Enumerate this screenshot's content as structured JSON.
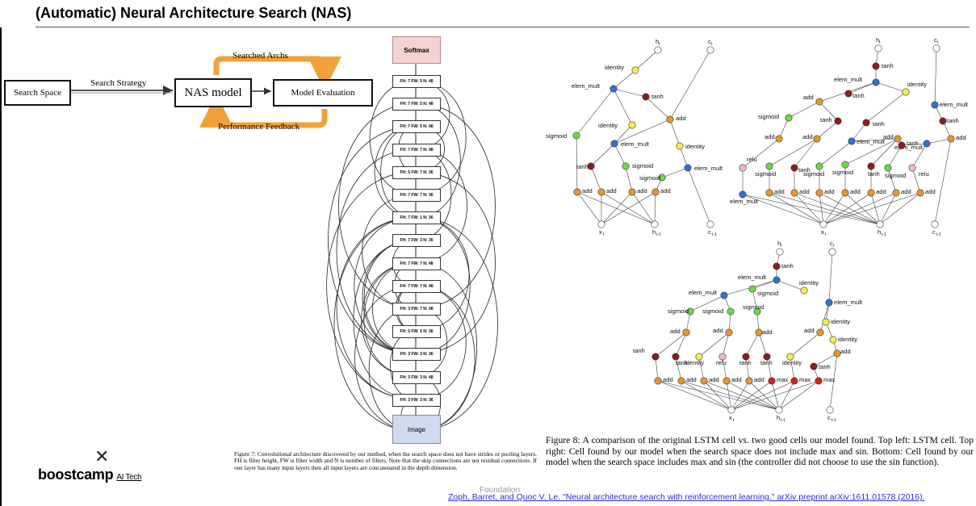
{
  "slide": {
    "title": "(Automatic) Neural Architecture Search (NAS)",
    "citation": "Zoph, Barret, and Quoc V. Le. \"Neural architecture search with reinforcement learning.\" arXiv preprint arXiv:1611.01578 (2016).",
    "watermark": "Foundation",
    "logo": {
      "name": "boostcamp",
      "suffix": "AI Tech"
    }
  },
  "nas_diagram": {
    "search_space": "Search Space",
    "search_strategy": "Search Strategy",
    "nas_model": "NAS model",
    "model_evaluation": "Model Evaluation",
    "searched_archs": "Searched Archs",
    "performance_feedback": "Performance Feedback",
    "arrow_color": "#f0a23a"
  },
  "cnn_figure": {
    "top": "Softmax",
    "bottom": "Image",
    "layers": [
      "FH: 7 FW: 5 N: 48",
      "FH: 7 FW: 5 N: 48",
      "FH: 7 FW: 5 N: 48",
      "FH: 7 FW: 7 N: 48",
      "FH: 5 FW: 7 N: 36",
      "FH: 7 FW: 7 N: 36",
      "FH: 7 FW: 1 N: 36",
      "FH: 7 FW: 3 N: 36",
      "FH: 7 FW: 7 N: 48",
      "FH: 7 FW: 7 N: 48",
      "FH: 3 FW: 7 N: 48",
      "FH: 5 FW: 5 N: 36",
      "FH: 3 FW: 3 N: 36",
      "FH: 3 FW: 3 N: 48",
      "FH: 3 FW: 3 N: 36"
    ],
    "caption": "Figure 7: Convolutional architecture discovered by our method, when the search space does not have strides or pooling layers. FH is filter height, FW is filter width and N is number of filters. Note that the skip connections are not residual connections. If one layer has many input layers then all input layers are concatenated in the depth dimension."
  },
  "lstm_figure": {
    "caption": "Figure 8: A comparison of the original LSTM cell vs. two good cells our model found. Top left: LSTM cell. Top right: Cell found by our model when the search space does not include max and sin. Bottom: Cell found by our model when the search space includes max and sin (the controller did not choose to use the sin function).",
    "node_colors": {
      "add": "#e8962e",
      "elem_mult": "#2f6fd8",
      "tanh": "#8b1e1e",
      "sigmoid": "#6bd84a",
      "identity": "#f2ee55",
      "relu": "#f0b5c8",
      "max": "#d81e1e",
      "io": "#ffffff"
    },
    "cell_a": {
      "labels": {
        "ht": "h",
        "ht_sub": "t",
        "ct": "c",
        "ct_sub": "t",
        "xt": "x",
        "xt_sub": "t",
        "ht1": "h",
        "ht1_sub": "t-1",
        "ct1": "c",
        "ct1_sub": "t-1"
      },
      "nodes": [
        "identity",
        "elem_mult",
        "tanh",
        "add",
        "identity",
        "sigmoid",
        "elem_mult",
        "identity",
        "tanh",
        "sigmoid",
        "elem_mult",
        "sigmoid",
        "add",
        "add",
        "add",
        "add"
      ]
    },
    "cell_b": {
      "labels": {
        "ht": "h",
        "ht_sub": "t",
        "ct": "c",
        "ct_sub": "t",
        "xt": "x",
        "xt_sub": "t",
        "ht1": "h",
        "ht1_sub": "t-1",
        "ct1": "c",
        "ct1_sub": "t-1"
      },
      "nodes": [
        "tanh",
        "elem_mult",
        "identity",
        "add",
        "tanh",
        "elem_mult",
        "sigmoid",
        "tanh",
        "tanh",
        "tanh",
        "add",
        "add",
        "add",
        "elem_mult",
        "elem_mult",
        "tanh",
        "add",
        "relu",
        "sigmoid",
        "tanh",
        "sigmoid",
        "sigmoid",
        "tanh",
        "sigmoid",
        "relu",
        "add",
        "add",
        "add",
        "add",
        "add",
        "add",
        "add",
        "elem_mult"
      ]
    },
    "cell_c": {
      "labels": {
        "ht": "h",
        "ht_sub": "t",
        "ct": "c",
        "ct_sub": "t",
        "xt": "x",
        "xt_sub": "t",
        "ht1": "h",
        "ht1_sub": "t-1",
        "ct1": "c",
        "ct1_sub": "t-1"
      },
      "nodes": [
        "tanh",
        "elem_mult",
        "identity",
        "elem_mult",
        "sigmoid",
        "elem_mult",
        "sigmoid",
        "sigmoid",
        "sigmoid",
        "identity",
        "add",
        "add",
        "add",
        "add",
        "identity",
        "add",
        "tanh",
        "tanh",
        "identity",
        "relu",
        "tanh",
        "tanh",
        "identity",
        "tanh",
        "add",
        "add",
        "add",
        "add",
        "add",
        "max",
        "max",
        "max"
      ]
    }
  }
}
